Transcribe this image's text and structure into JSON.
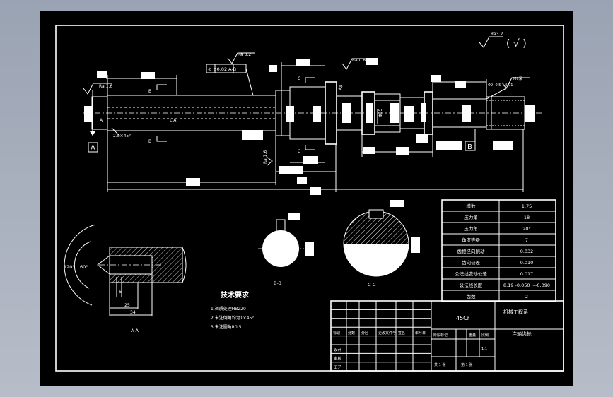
{
  "params": [
    {
      "label": "模数",
      "value": "1.75"
    },
    {
      "label": "压力角",
      "value": "18"
    },
    {
      "label": "压力角",
      "value": "20°"
    },
    {
      "label": "角度等级",
      "value": "7"
    },
    {
      "label": "齿根径向跳动",
      "value": "0.032"
    },
    {
      "label": "齿向公差",
      "value": "0.010"
    },
    {
      "label": "公法线变动公差",
      "value": "0.017"
    },
    {
      "label": "公法线长度",
      "value": "8.19 -0.050 ~-0.090"
    },
    {
      "label": "齿数",
      "value": "2"
    }
  ],
  "title_block": {
    "material": "45Cr",
    "school": "机械工程系",
    "part_name": "连轴齿轮",
    "headers": [
      "标记",
      "处数",
      "分区",
      "更改文件号",
      "签名",
      "年月日"
    ],
    "rows": [
      "设计",
      "审核",
      "工艺"
    ],
    "stage_header": "阶段标记",
    "weight_header": "重量",
    "scale_header": "比例",
    "scale": "1:1",
    "sheet_total": "共 1 张",
    "sheet_current": "第 1 张"
  },
  "tech_requirements": {
    "title": "技术要求",
    "items": [
      "1.调质处理HB220",
      "2.未注倒角均为1×45°",
      "3.未注圆角R0.5"
    ]
  },
  "views": {
    "aa": "A-A",
    "bb": "B-B",
    "cc": "C-C"
  },
  "labels": {
    "datum_a": "A",
    "datum_b": "B",
    "sec_b": "B",
    "sec_c": "C",
    "la": "L A",
    "tol_frame": "⊘ Φ0.02 A-B",
    "ra16": "Ra 1.6",
    "ra32": "Ra 3.2",
    "ra08": "Ra 0.8",
    "ra16b": "Ra 1.6",
    "chamfer": "2.5×45°",
    "angle1": "120°",
    "angle2": "60°",
    "dim25": "25",
    "dim34": "34",
    "dim35": "Φ35",
    "dim6": "6",
    "roughness_corner": "Ra3.2",
    "roughness_paren": "( √ )",
    "rb_note": "Φ9 -0.5 +0.01",
    "rb_top": "M6深",
    "phi5": "φ5"
  }
}
